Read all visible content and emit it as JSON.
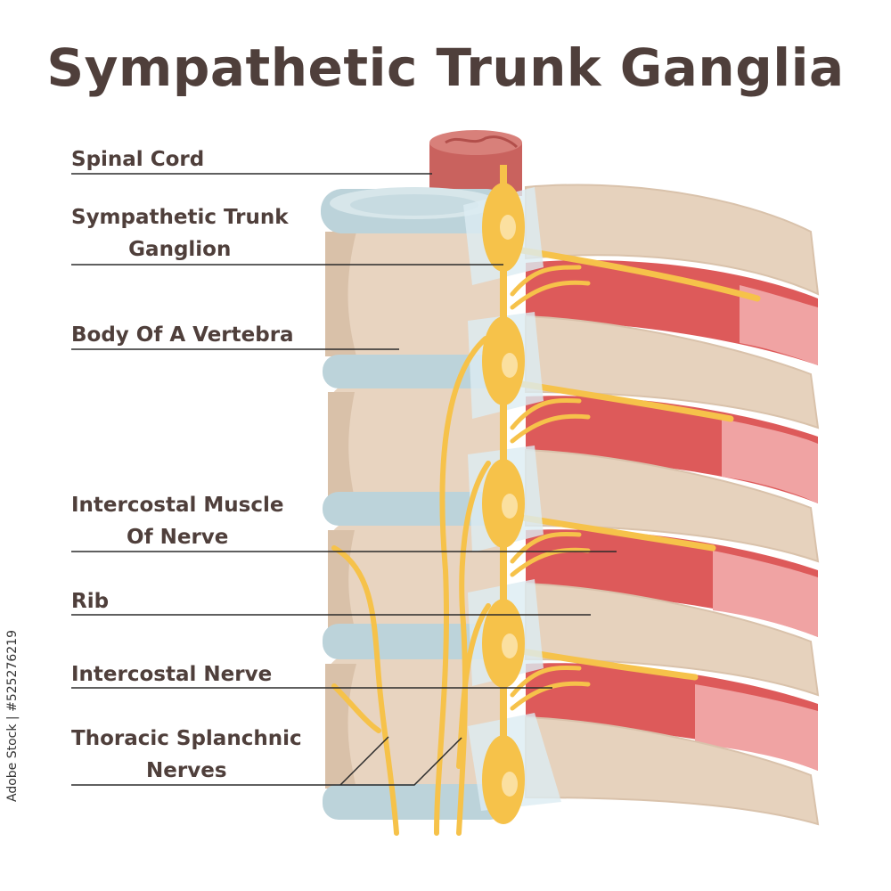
{
  "title": "Sympathetic Trunk Ganglia",
  "labels": {
    "spinal_cord": "Spinal Cord",
    "ganglion_line1": "Sympathetic Trunk",
    "ganglion_line2": "Ganglion",
    "vertebra_body": "Body Of A Vertebra",
    "intercostal_muscle_line1": "Intercostal Muscle",
    "intercostal_muscle_line2": "Of Nerve",
    "rib": "Rib",
    "intercostal_nerve": "Intercostal Nerve",
    "splanchnic_line1": "Thoracic Splanchnic",
    "splanchnic_line2": "Nerves"
  },
  "stock_id": "Adobe Stock | #525276219",
  "colors": {
    "text": "#4f3f3b",
    "bone": "#e8d4c0",
    "disc": "#bcd3da",
    "muscle": "#dd5a5a",
    "muscle_light": "#f0a0a0",
    "nerve": "#f6c24a",
    "cord": "#c9625e"
  }
}
